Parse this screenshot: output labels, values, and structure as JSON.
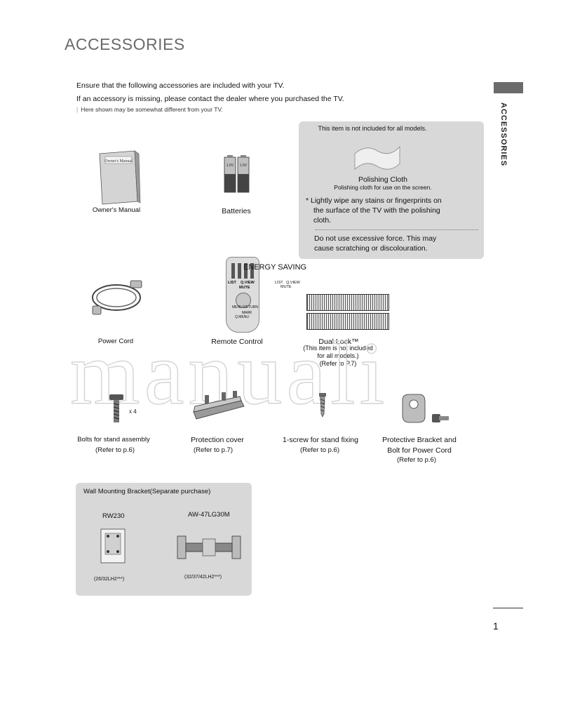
{
  "page": {
    "title": "ACCESSORIES",
    "side_label": "ACCESSORIES",
    "intro_line1": "Ensure that the following accessories are included with your TV.",
    "intro_line2": "If an accessory is missing, please contact the dealer where you purchased the TV.",
    "note": "Here shown may be somewhat different from your TV.",
    "page_number": "1",
    "watermark": "manuali"
  },
  "cloth_panel": {
    "not_included": "This item is not included for all models.",
    "name": "Polishing Cloth",
    "desc": "Polishing cloth for use on the screen.",
    "tip_line1": "* Lightly wipe any stains or fingerprints on",
    "tip_line2": "the surface of the TV with the polishing",
    "tip_line3": "cloth.",
    "warn_line1": "Do not use excessive force. This may",
    "warn_line2": "cause scratching or discolouration."
  },
  "items": {
    "manual": {
      "label": "Owner's Manual",
      "cover_text": "Owner's Manual"
    },
    "batteries": {
      "label": "Batteries",
      "cell_label": "1.5V"
    },
    "power_cord": {
      "label": "Power Cord"
    },
    "remote": {
      "label": "Remote Control",
      "overlay": "ENERGY SAVING",
      "key_list": "LIST",
      "key_qview": "Q.VIEW",
      "key_mute": "MUTE",
      "key_menu": "MENU RETURN",
      "key_mark": "MARK",
      "key_qmenu": "Q.MENU"
    },
    "dual_lock": {
      "label": "Dual Lock™",
      "note1": "(This item is not included",
      "note2": "for all models.)",
      "ref": "(Refer to P.7)"
    },
    "bolts": {
      "label": "Bolts for stand assembly",
      "ref": "(Refer to p.6)",
      "qty": "x 4"
    },
    "cover": {
      "label": "Protection cover",
      "ref": "(Refer to p.7)"
    },
    "screw": {
      "label": "1-screw for stand fixing",
      "ref": "(Refer to p.6)"
    },
    "bracket": {
      "label1": "Protective Bracket and",
      "label2": "Bolt for Power Cord",
      "ref": "(Refer to p.6)"
    }
  },
  "wall_panel": {
    "title": "Wall Mounting Bracket(Separate purchase)",
    "model1": "RW230",
    "model1_sizes": "(26/32LH2***)",
    "model2": "AW-47LG30M",
    "model2_sizes": "(32/37/42LH2***)"
  }
}
